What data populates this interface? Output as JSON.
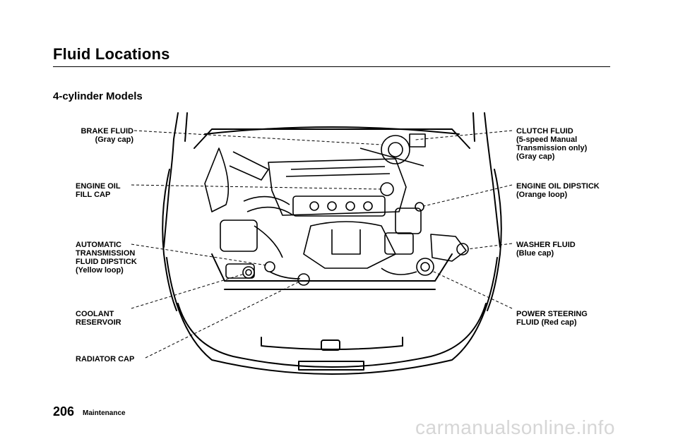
{
  "page": {
    "title": "Fluid Locations",
    "subtitle": "4-cylinder Models",
    "page_number": "206",
    "section": "Maintenance",
    "watermark": "carmanualsonline.info"
  },
  "callouts_left": [
    {
      "id": "brake-fluid",
      "lines": [
        "BRAKE FLUID",
        "(Gray cap)"
      ]
    },
    {
      "id": "engine-oil-fill-cap",
      "lines": [
        "ENGINE OIL",
        "FILL CAP"
      ]
    },
    {
      "id": "atf-dipstick",
      "lines": [
        "AUTOMATIC",
        "TRANSMISSION",
        "FLUID DIPSTICK",
        "(Yellow loop)"
      ]
    },
    {
      "id": "coolant-reservoir",
      "lines": [
        "COOLANT",
        "RESERVOIR"
      ]
    },
    {
      "id": "radiator-cap",
      "lines": [
        "RADIATOR CAP"
      ]
    }
  ],
  "callouts_right": [
    {
      "id": "clutch-fluid",
      "lines": [
        "CLUTCH FLUID",
        "(5-speed Manual",
        "Transmission only)",
        "(Gray cap)"
      ]
    },
    {
      "id": "engine-oil-dipstick",
      "lines": [
        "ENGINE OIL DIPSTICK",
        "(Orange loop)"
      ]
    },
    {
      "id": "washer-fluid",
      "lines": [
        "WASHER FLUID",
        "(Blue cap)"
      ]
    },
    {
      "id": "power-steering-fluid",
      "lines": [
        "POWER STEERING",
        "FLUID (Red cap)"
      ]
    }
  ]
}
